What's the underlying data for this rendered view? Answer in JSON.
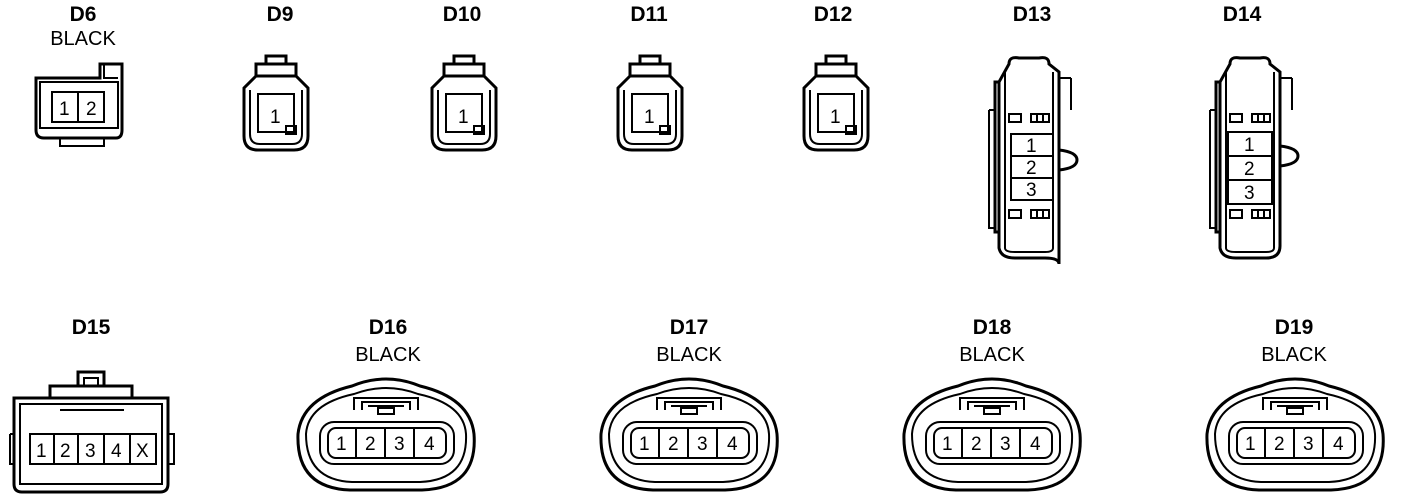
{
  "connectors": {
    "D6": {
      "id": "D6",
      "color": "BLACK",
      "pins": [
        "1",
        "2"
      ]
    },
    "D9": {
      "id": "D9",
      "pins": [
        "1"
      ]
    },
    "D10": {
      "id": "D10",
      "pins": [
        "1"
      ]
    },
    "D11": {
      "id": "D11",
      "pins": [
        "1"
      ]
    },
    "D12": {
      "id": "D12",
      "pins": [
        "1"
      ]
    },
    "D13": {
      "id": "D13",
      "pins": [
        "1",
        "2",
        "3"
      ]
    },
    "D14": {
      "id": "D14",
      "pins": [
        "1",
        "2",
        "3"
      ]
    },
    "D15": {
      "id": "D15",
      "pins": [
        "1",
        "2",
        "3",
        "4",
        "X"
      ]
    },
    "D16": {
      "id": "D16",
      "color": "BLACK",
      "pins": [
        "1",
        "2",
        "3",
        "4"
      ]
    },
    "D17": {
      "id": "D17",
      "color": "BLACK",
      "pins": [
        "1",
        "2",
        "3",
        "4"
      ]
    },
    "D18": {
      "id": "D18",
      "color": "BLACK",
      "pins": [
        "1",
        "2",
        "3",
        "4"
      ]
    },
    "D19": {
      "id": "D19",
      "color": "BLACK",
      "pins": [
        "1",
        "2",
        "3",
        "4"
      ]
    }
  }
}
